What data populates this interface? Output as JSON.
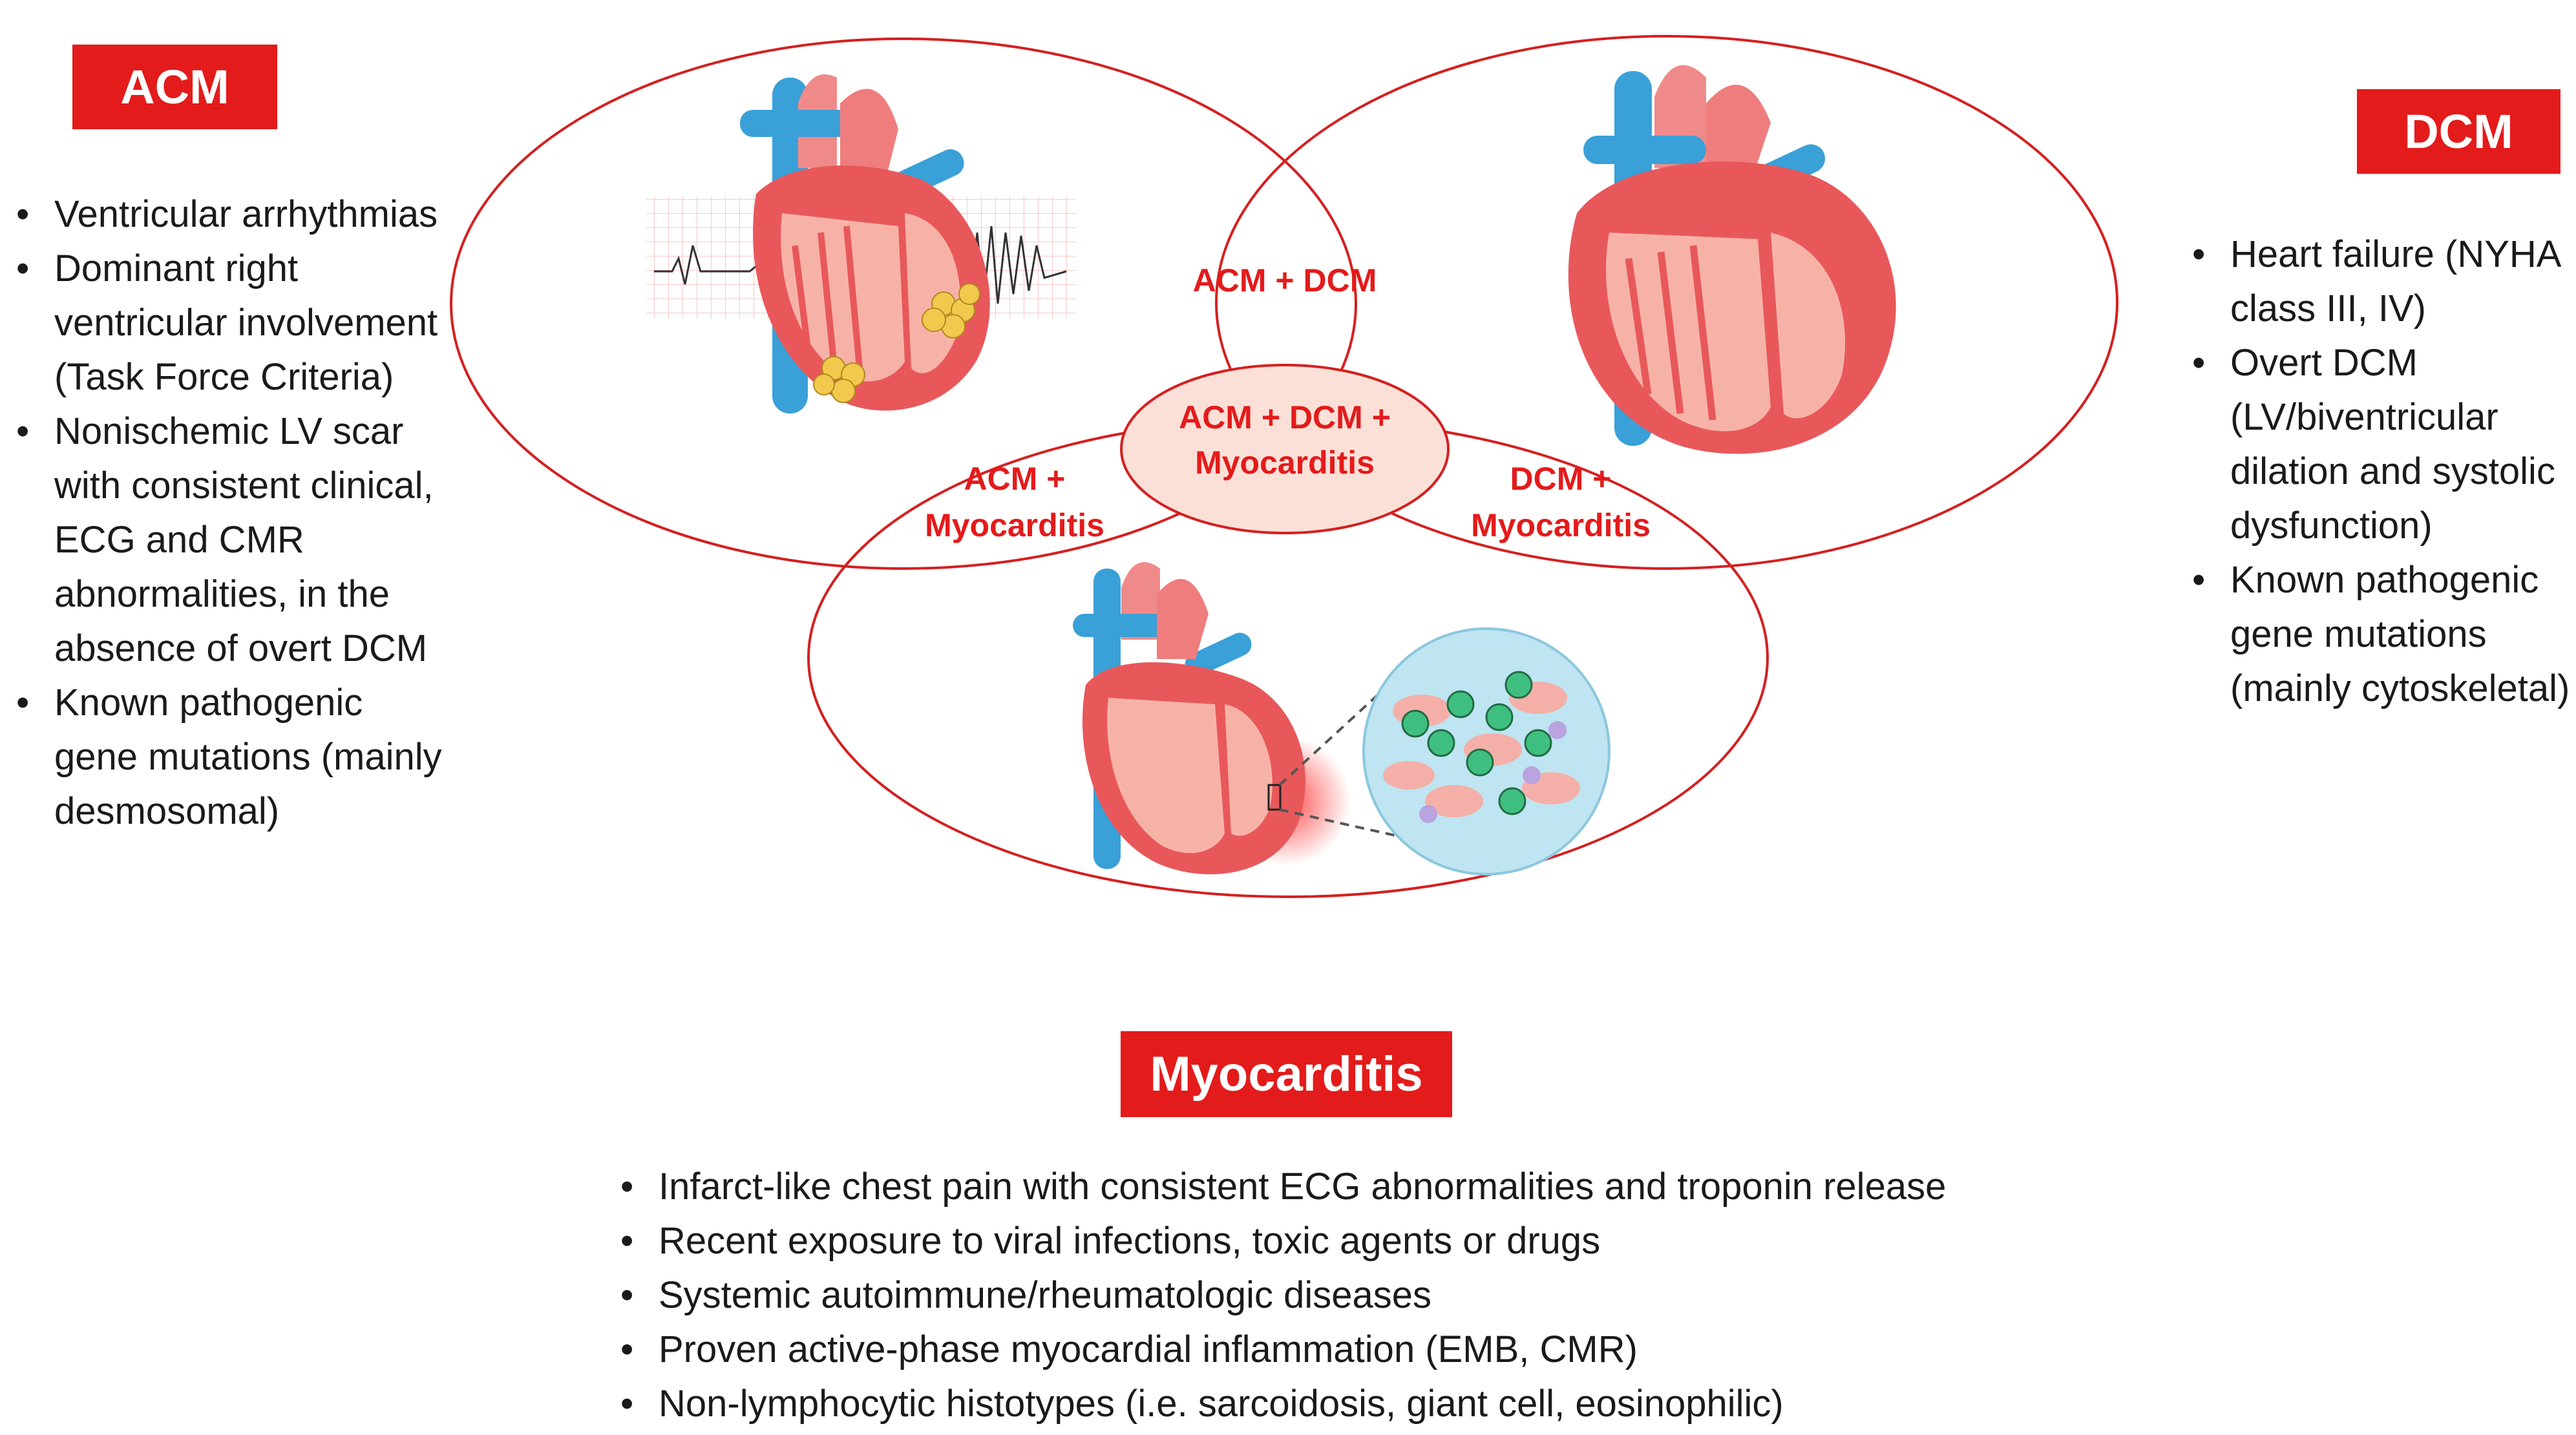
{
  "acm": {
    "title": "ACM",
    "bullets": [
      "Ventricular arrhythmias",
      "Dominant right ventricular involvement (Task Force Criteria)",
      "Nonischemic LV scar with consistent clinical, ECG and CMR abnormalities, in the absence of overt DCM",
      "Known pathogenic gene mutations (mainly desmosomal)"
    ]
  },
  "dcm": {
    "title": "DCM",
    "bullets": [
      "Heart failure (NYHA class III, IV)",
      "Overt DCM (LV/biventricular dilation and systolic dysfunction)",
      "Known pathogenic gene mutations (mainly cytoskeletal)"
    ]
  },
  "myocarditis": {
    "title": "Myocarditis",
    "bullets": [
      "Infarct-like chest pain with consistent ECG abnormalities and troponin release",
      "Recent exposure to viral infections, toxic agents or drugs",
      "Systemic autoimmune/rheumatologic diseases",
      "Proven active-phase myocardial inflammation (EMB, CMR)",
      "Non-lymphocytic histotypes (i.e. sarcoidosis, giant cell, eosinophilic)"
    ]
  },
  "venn": {
    "acm_dcm": "ACM + DCM",
    "all_line1": "ACM + DCM +",
    "all_line2": "Myocarditis",
    "acm_myo_line1": "ACM +",
    "acm_myo_line2": "Myocarditis",
    "dcm_myo_line1": "DCM +",
    "dcm_myo_line2": "Myocarditis"
  },
  "colors": {
    "accent": "#e31b1b",
    "circle_outline": "#d42020",
    "center_fill": "#fbe0d8",
    "heart_red": "#e8585a",
    "vessel_blue": "#3aa0d8"
  },
  "icons": [
    "acm-heart-illustration",
    "dcm-heart-illustration",
    "myocarditis-heart-illustration",
    "inflammation-tissue-illustration",
    "ecg-trace"
  ]
}
